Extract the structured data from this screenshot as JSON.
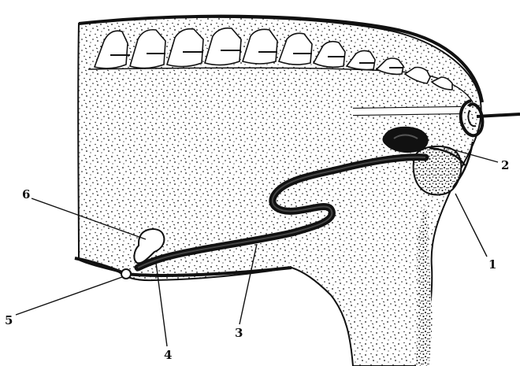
{
  "figure": {
    "callouts": [
      {
        "id": "c1",
        "label": "1"
      },
      {
        "id": "c2",
        "label": "2"
      },
      {
        "id": "c3",
        "label": "3"
      },
      {
        "id": "c4",
        "label": "4"
      },
      {
        "id": "c5",
        "label": "5"
      },
      {
        "id": "c6",
        "label": "6"
      }
    ],
    "colors": {
      "ink": "#111111",
      "paper": "#ffffff"
    }
  }
}
